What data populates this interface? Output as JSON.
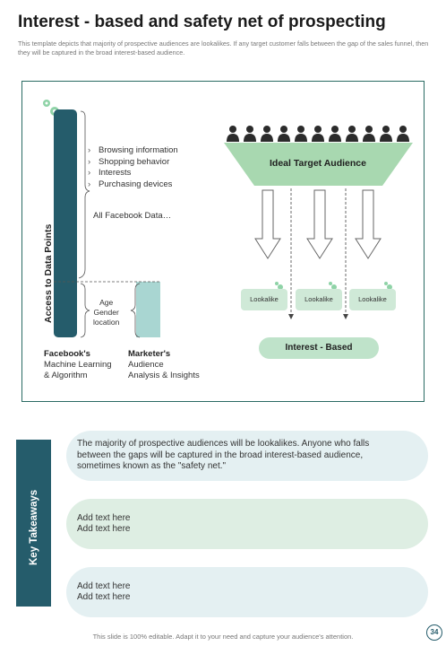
{
  "header": {
    "title": "Interest - based and safety net of prospecting",
    "subtitle": "This template depicts that majority of prospective audiences are lookalikes. If any target customer falls between the gap of the sales funnel, then they will be captured in the broad interest-based audience."
  },
  "diagram": {
    "y_axis_label": "Access to Data Points",
    "bullets": [
      "Browsing information",
      "Shopping behavior",
      "Interests",
      "Purchasing devices"
    ],
    "all_facebook_data": "All Facebook Data…",
    "marketer_items": [
      "Age",
      "Gender",
      "location"
    ],
    "facebook_title": "Facebook's",
    "facebook_desc": [
      "Machine Learning",
      "& Algorithm"
    ],
    "marketer_title": "Marketer's",
    "marketer_desc": [
      "Audience",
      "Analysis & Insights"
    ],
    "funnel_label": "Ideal Target Audience",
    "lookalike_label": "Lookalike",
    "interest_label": "Interest - Based",
    "colors": {
      "facebook_bar": "#255c6b",
      "marketer_bar": "#a9d6d2",
      "funnel": "#a8d8b0",
      "accent_gear": "#8fd3a7"
    },
    "icons": [
      "gear-icon",
      "person-icon",
      "down-arrow-icon"
    ]
  },
  "takeaways": {
    "label": "Key Takeaways",
    "cards": [
      [
        "The majority of prospective audiences will be lookalikes. Anyone who falls",
        "between the gaps will be captured in the broad interest-based audience,",
        "sometimes known as the \"safety net.\""
      ],
      [
        "Add text here",
        "Add text here"
      ],
      [
        "Add text here",
        "Add text here"
      ]
    ]
  },
  "footer": {
    "note": "This slide is 100% editable. Adapt it to your need and capture your audience's attention.",
    "page": "34"
  }
}
